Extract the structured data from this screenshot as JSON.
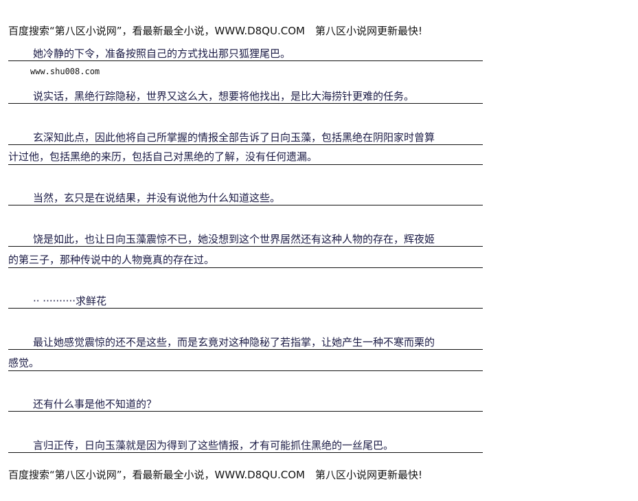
{
  "banner": "百度搜索“第八区小说网”，看最新最全小说，WWW.D8QU.COM　第八区小说网更新最快!",
  "watermark_url": "www.shu008.com",
  "lines": [
    "她冷静的下令，准备按照自己的方式找出那只狐狸尾巴。",
    "说实话，黑绝行踪隐秘，世界又这么大，想要将他找出，是比大海捞针更难的任务。",
    "玄深知此点，因此他将自己所掌握的情报全部告诉了日向玉藻，包括黑绝在阴阳家时曾算",
    "计过他，包括黑绝的来历，包括自己对黑绝的了解，没有任何遗漏。",
    "当然，玄只是在说结果，并没有说他为什么知道这些。",
    "饶是如此，也让日向玉藻震惊不已，她没想到这个世界居然还有这种人物的存在，辉夜姬",
    "的第三子，那种传说中的人物竟真的存在过。",
    "·· ··········求鲜花",
    "最让她感觉震惊的还不是这些，而是玄竟对这种隐秘了若指掌，让她产生一种不寒而栗的",
    "感觉。",
    "还有什么事是他不知道的？",
    "言归正传，日向玉藻就是因为得到了这些情报，才有可能抓住黑绝的一丝尾巴。"
  ]
}
